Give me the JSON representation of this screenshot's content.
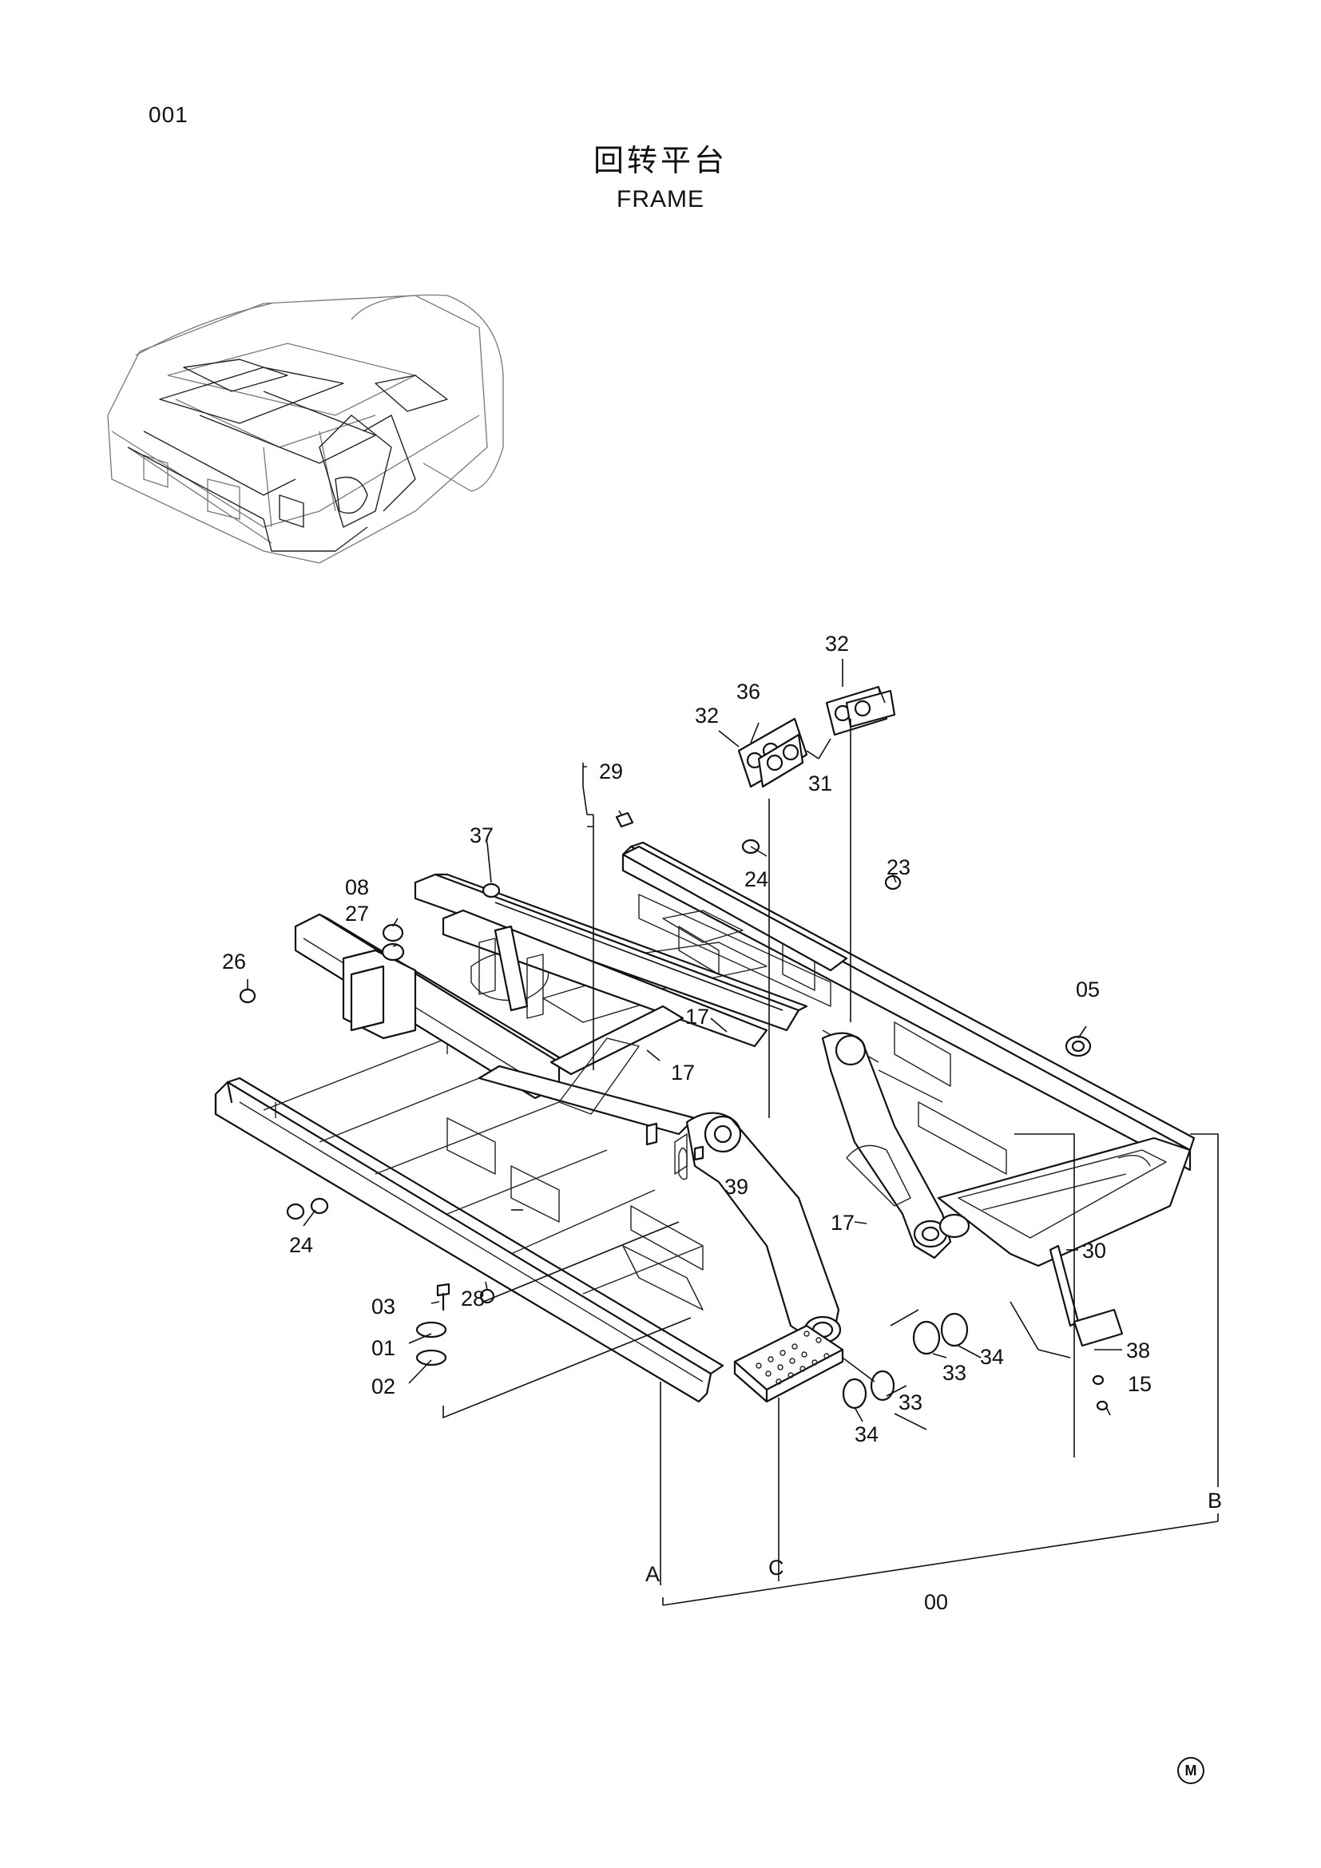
{
  "page": {
    "number": "001",
    "title_cn": "回转平台",
    "title_en": "FRAME",
    "corner_mark": "M"
  },
  "callouts": [
    {
      "label": "32"
    },
    {
      "label": "36"
    },
    {
      "label": "32"
    },
    {
      "label": "31"
    },
    {
      "label": "29"
    },
    {
      "label": "37"
    },
    {
      "label": "24"
    },
    {
      "label": "23"
    },
    {
      "label": "08"
    },
    {
      "label": "27"
    },
    {
      "label": "26"
    },
    {
      "label": "17"
    },
    {
      "label": "17"
    },
    {
      "label": "05"
    },
    {
      "label": "39"
    },
    {
      "label": "17"
    },
    {
      "label": "24"
    },
    {
      "label": "30"
    },
    {
      "label": "03"
    },
    {
      "label": "28"
    },
    {
      "label": "38"
    },
    {
      "label": "01"
    },
    {
      "label": "02"
    },
    {
      "label": "34"
    },
    {
      "label": "33"
    },
    {
      "label": "15"
    },
    {
      "label": "33"
    },
    {
      "label": "34"
    },
    {
      "label": "B"
    },
    {
      "label": "A"
    },
    {
      "label": "C"
    },
    {
      "label": "00"
    }
  ]
}
